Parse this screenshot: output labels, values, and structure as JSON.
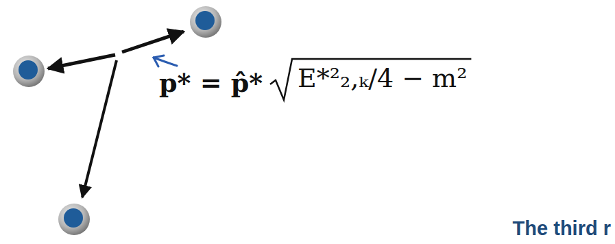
{
  "diagram": {
    "labels": [
      "p* = p̂*",
      "E*²₂,ₖ/4 − m²",
      "The third r"
    ]
  }
}
